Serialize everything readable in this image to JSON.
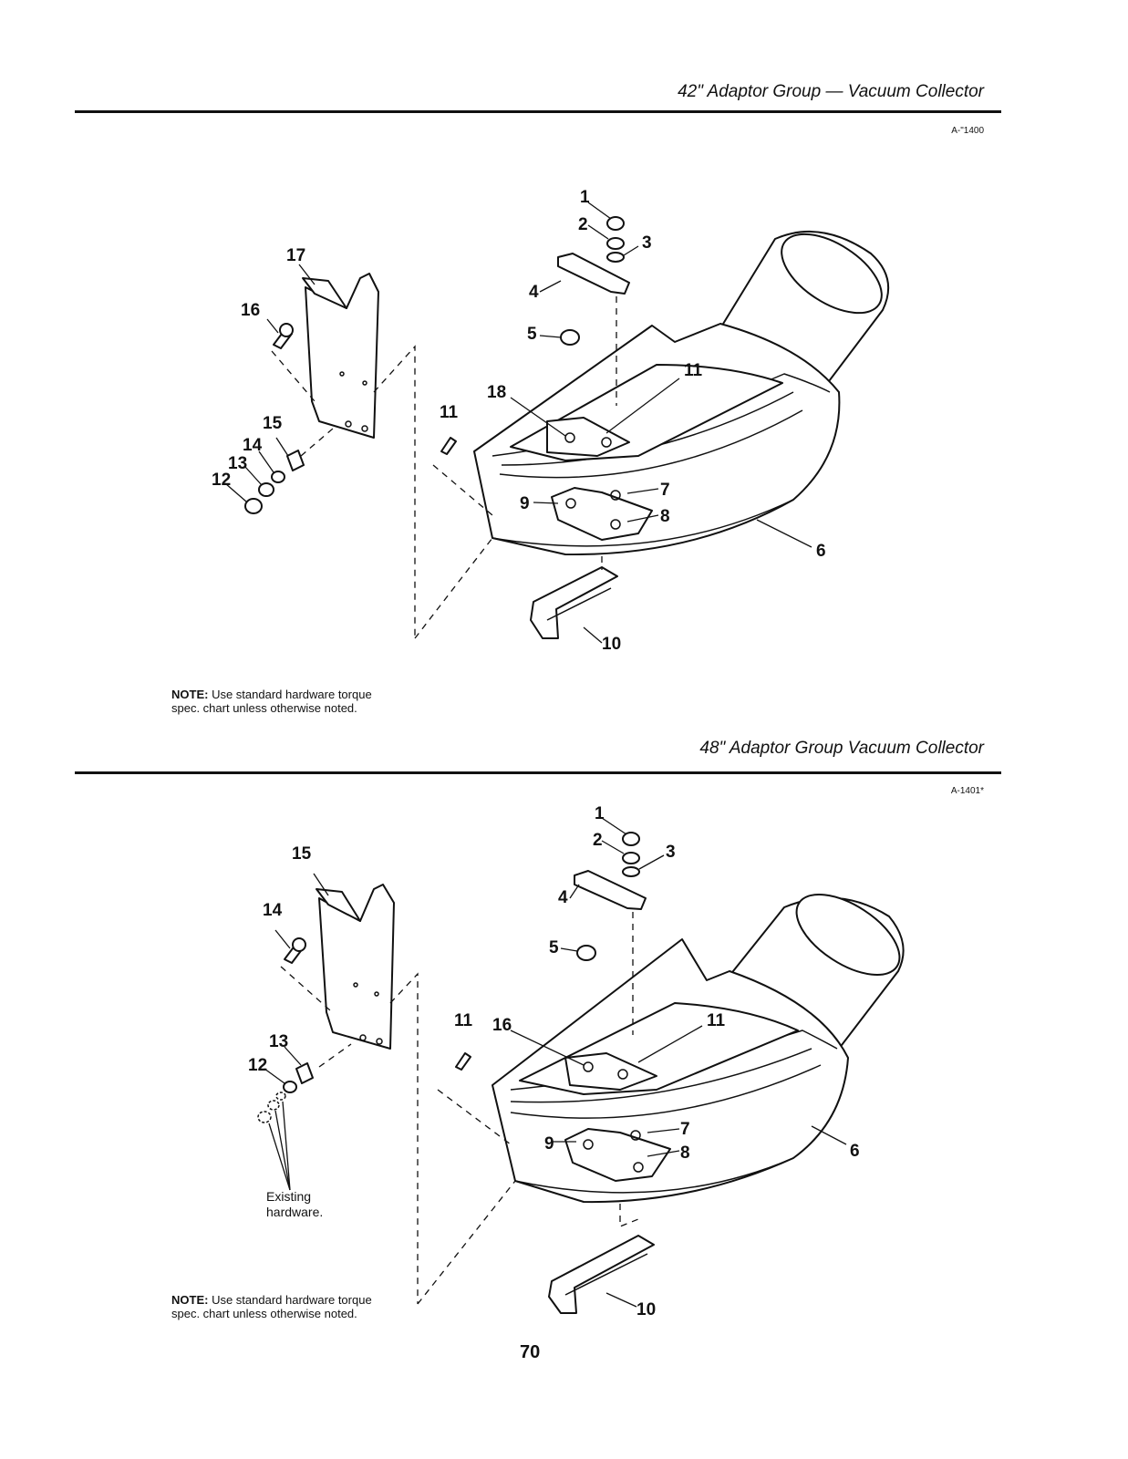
{
  "top": {
    "title": "42\" Adaptor Group — Vacuum Collector",
    "code": "A-\"1400",
    "callouts": {
      "c1": "1",
      "c2": "2",
      "c3": "3",
      "c4": "4",
      "c5": "5",
      "c6": "6",
      "c7": "7",
      "c8": "8",
      "c9": "9",
      "c10": "10",
      "c11a": "11",
      "c11b": "11",
      "c12": "12",
      "c13": "13",
      "c14": "14",
      "c15": "15",
      "c16": "16",
      "c17": "17",
      "c18": "18"
    },
    "note_label": "NOTE:",
    "note_text": "Use standard hardware torque spec. chart unless otherwise noted."
  },
  "bottom": {
    "title": "48\" Adaptor Group Vacuum Collector",
    "code": "A-1401*",
    "callouts": {
      "c1": "1",
      "c2": "2",
      "c3": "3",
      "c4": "4",
      "c5": "5",
      "c6": "6",
      "c7": "7",
      "c8": "8",
      "c9": "9",
      "c10": "10",
      "c11a": "11",
      "c11b": "11",
      "c12": "12",
      "c13": "13",
      "c14": "14",
      "c15": "15",
      "c16": "16"
    },
    "existing_label": "Existing hardware.",
    "note_label": "NOTE:",
    "note_text": "Use standard hardware torque spec. chart unless otherwise noted."
  },
  "page_number": "70"
}
